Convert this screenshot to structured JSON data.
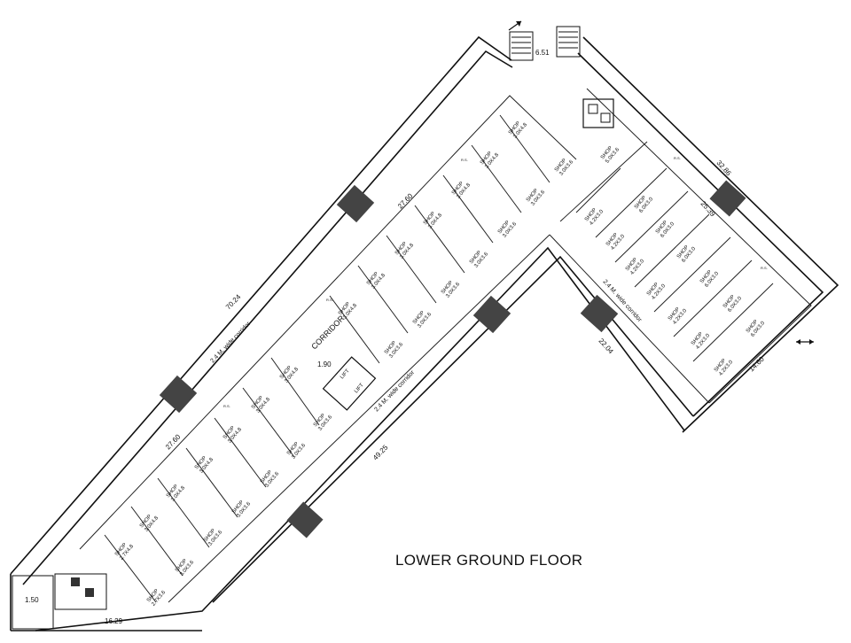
{
  "title": "LOWER GROUND FLOOR",
  "labels": {
    "shop": "SHOP",
    "corridor": "CORRIDOR",
    "lift": "LIFT",
    "wide_corridor": "2.4 M. wide corridor",
    "side_marker": "R.S."
  },
  "shop_sizes": {
    "a": "3.0X4.8",
    "b": "3.0X3.6",
    "c": "4.2X3.0",
    "d": "6.0X3.0",
    "e": "2.7X4.8",
    "f": "2.7X3.6",
    "g": "5.0X3.6"
  },
  "dimensions": {
    "outer_long": "70.24",
    "inner_top": "27.60",
    "inner_lower": "27.60",
    "bottom_long": "49.25",
    "inner_corner": "22.04",
    "right_outer": "32.86",
    "right_inner": "25.39",
    "right_bottom": "14.60",
    "stair_top": "6.51",
    "base_left": "16.29",
    "small_a": "1.50",
    "small_b": "1.90"
  }
}
